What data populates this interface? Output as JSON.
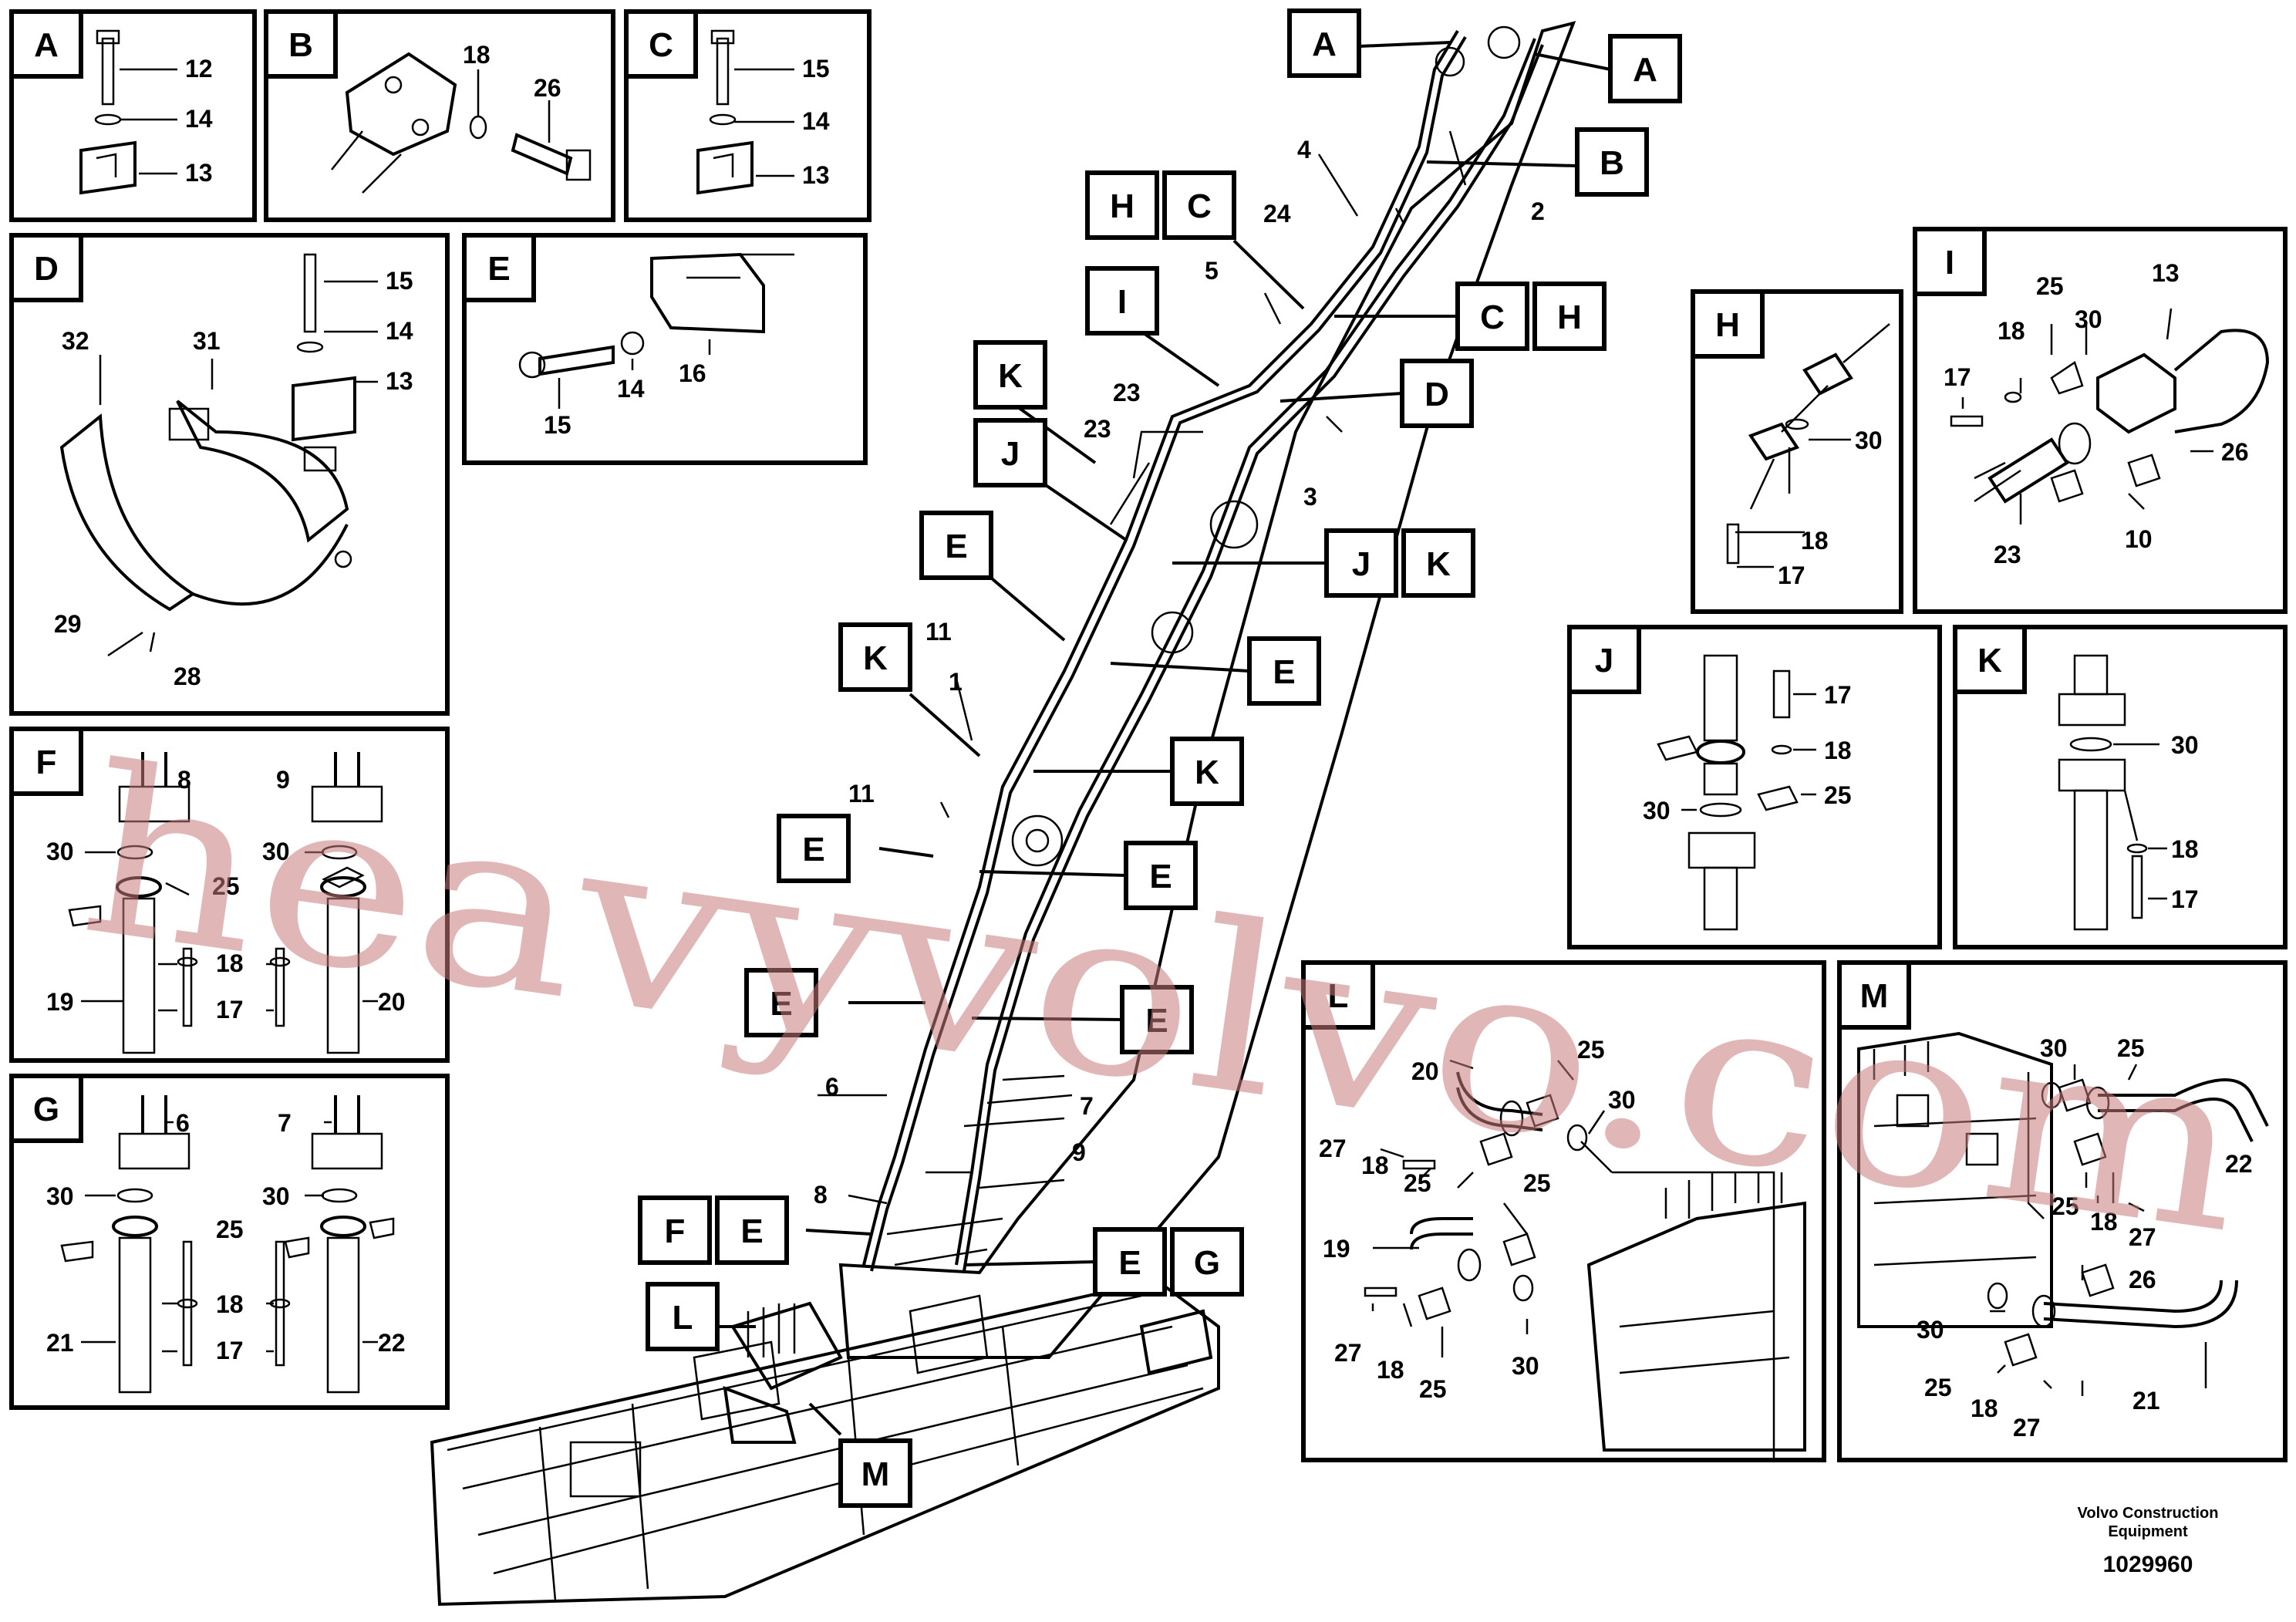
{
  "panels": {
    "A": {
      "label": "A",
      "parts": [
        "12",
        "14",
        "13"
      ]
    },
    "B": {
      "label": "B",
      "parts": [
        "18",
        "26"
      ]
    },
    "C": {
      "label": "C",
      "parts": [
        "15",
        "14",
        "13"
      ]
    },
    "D": {
      "label": "D",
      "parts": [
        "32",
        "31",
        "15",
        "14",
        "13",
        "29",
        "28"
      ]
    },
    "E": {
      "label": "E",
      "parts": [
        "15",
        "14",
        "16"
      ]
    },
    "F": {
      "label": "F",
      "parts": [
        "8",
        "9",
        "30",
        "30",
        "25",
        "18",
        "17",
        "19",
        "20"
      ]
    },
    "G": {
      "label": "G",
      "parts": [
        "6",
        "7",
        "30",
        "30",
        "25",
        "18",
        "17",
        "21",
        "22"
      ]
    },
    "H": {
      "label": "H",
      "parts": [
        "30",
        "18",
        "17"
      ]
    },
    "I": {
      "label": "I",
      "parts": [
        "13",
        "25",
        "18",
        "30",
        "17",
        "26",
        "23",
        "10"
      ]
    },
    "J": {
      "label": "J",
      "parts": [
        "17",
        "18",
        "25",
        "30"
      ]
    },
    "K": {
      "label": "K",
      "parts": [
        "30",
        "18",
        "17"
      ]
    },
    "L": {
      "label": "L",
      "parts": [
        "20",
        "25",
        "30",
        "27",
        "18",
        "25",
        "25",
        "19",
        "27",
        "18",
        "25",
        "30"
      ]
    },
    "M": {
      "label": "M",
      "parts": [
        "30",
        "25",
        "22",
        "25",
        "18",
        "27",
        "26",
        "30",
        "25",
        "18",
        "27",
        "21"
      ]
    }
  },
  "main_callouts": {
    "letters": [
      "A",
      "A",
      "B",
      "H",
      "C",
      "C",
      "H",
      "I",
      "D",
      "K",
      "J",
      "J",
      "K",
      "E",
      "E",
      "K",
      "K",
      "E",
      "E",
      "E",
      "E",
      "F",
      "E",
      "E",
      "G",
      "L",
      "M"
    ],
    "parts": [
      "4",
      "2",
      "24",
      "5",
      "23",
      "23",
      "3",
      "11",
      "1",
      "11",
      "6",
      "7",
      "9",
      "8"
    ]
  },
  "watermark": "heavyvolvo.com",
  "footer": {
    "company_line1": "Volvo Construction",
    "company_line2": "Equipment",
    "drawing_number": "1029960"
  }
}
